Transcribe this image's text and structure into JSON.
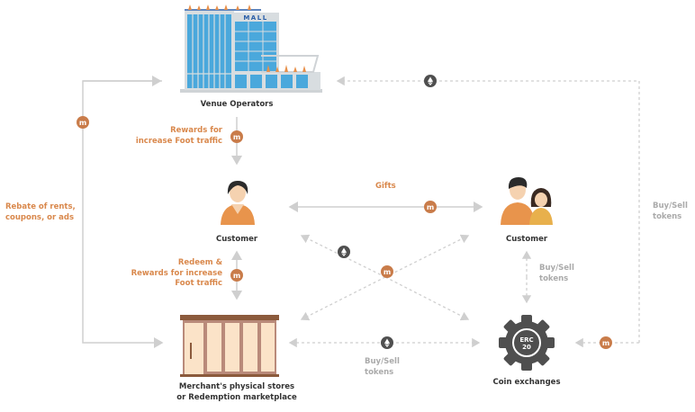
{
  "nodes": {
    "venue": "Venue Operators",
    "customer_left": "Customer",
    "customer_right": "Customer",
    "merchant_line1": "Merchant's physical stores",
    "merchant_line2": "or Redemption marketplace",
    "exchange": "Coin exchanges",
    "mall_sign": "MALL",
    "erc_line1": "ERC",
    "erc_line2": "20"
  },
  "edges": {
    "rebate_line1": "Rebate of rents,",
    "rebate_line2": "coupons, or ads",
    "rewards_line1": "Rewards for",
    "rewards_line2": "increase Foot traffic",
    "redeem_line1": "Redeem &",
    "redeem_line2": "Rewards for increase",
    "redeem_line3": "Foot traffic",
    "gifts": "Gifts",
    "buysell_mid_1": "Buy/Sell",
    "buysell_mid_2": "tokens",
    "buysell_vert_1": "Buy/Sell",
    "buysell_vert_2": "tokens",
    "buysell_right_1": "Buy/Sell",
    "buysell_right_2": "tokens"
  },
  "colors": {
    "token_orange": "#c97c4a",
    "eth_dark": "#4f4f4f",
    "line": "#cfcfcf",
    "text_orange": "#d9884c"
  }
}
